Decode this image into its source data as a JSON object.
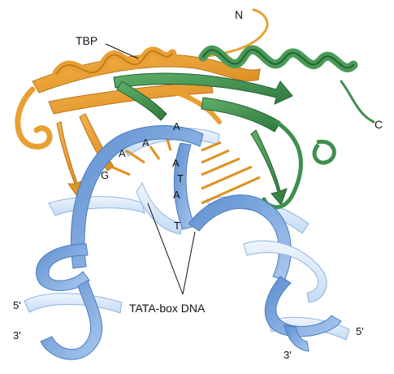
{
  "labels": {
    "n_terminus": "N",
    "c_terminus": "C",
    "protein": "TBP",
    "dna": "TATA-box DNA",
    "five_prime_left": "5'",
    "three_prime_left": "3'",
    "five_prime_right": "5'",
    "three_prime_right": "3'"
  },
  "bases": [
    "G",
    "A",
    "A",
    "A",
    "A",
    "T",
    "A",
    "T"
  ],
  "colors": {
    "tbp_orange": "#e8a033",
    "tbp_green": "#3e8f4c",
    "dna_dark": "#6f9fd8",
    "dna_light": "#d6e7f8",
    "base_pair": "#e0901c"
  }
}
